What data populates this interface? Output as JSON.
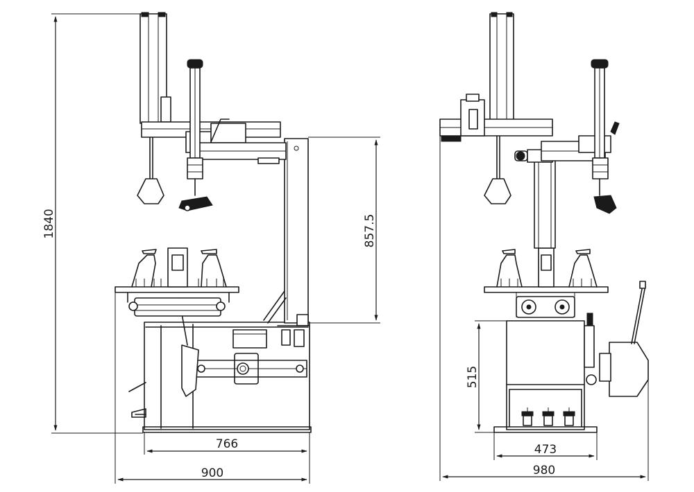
{
  "dimensions": {
    "side_view": {
      "overall_height": "1840",
      "arm_height": "857.5",
      "base_width": "766",
      "overall_width": "900"
    },
    "front_view": {
      "cabinet_height": "515",
      "base_width": "473",
      "overall_width": "980"
    }
  }
}
